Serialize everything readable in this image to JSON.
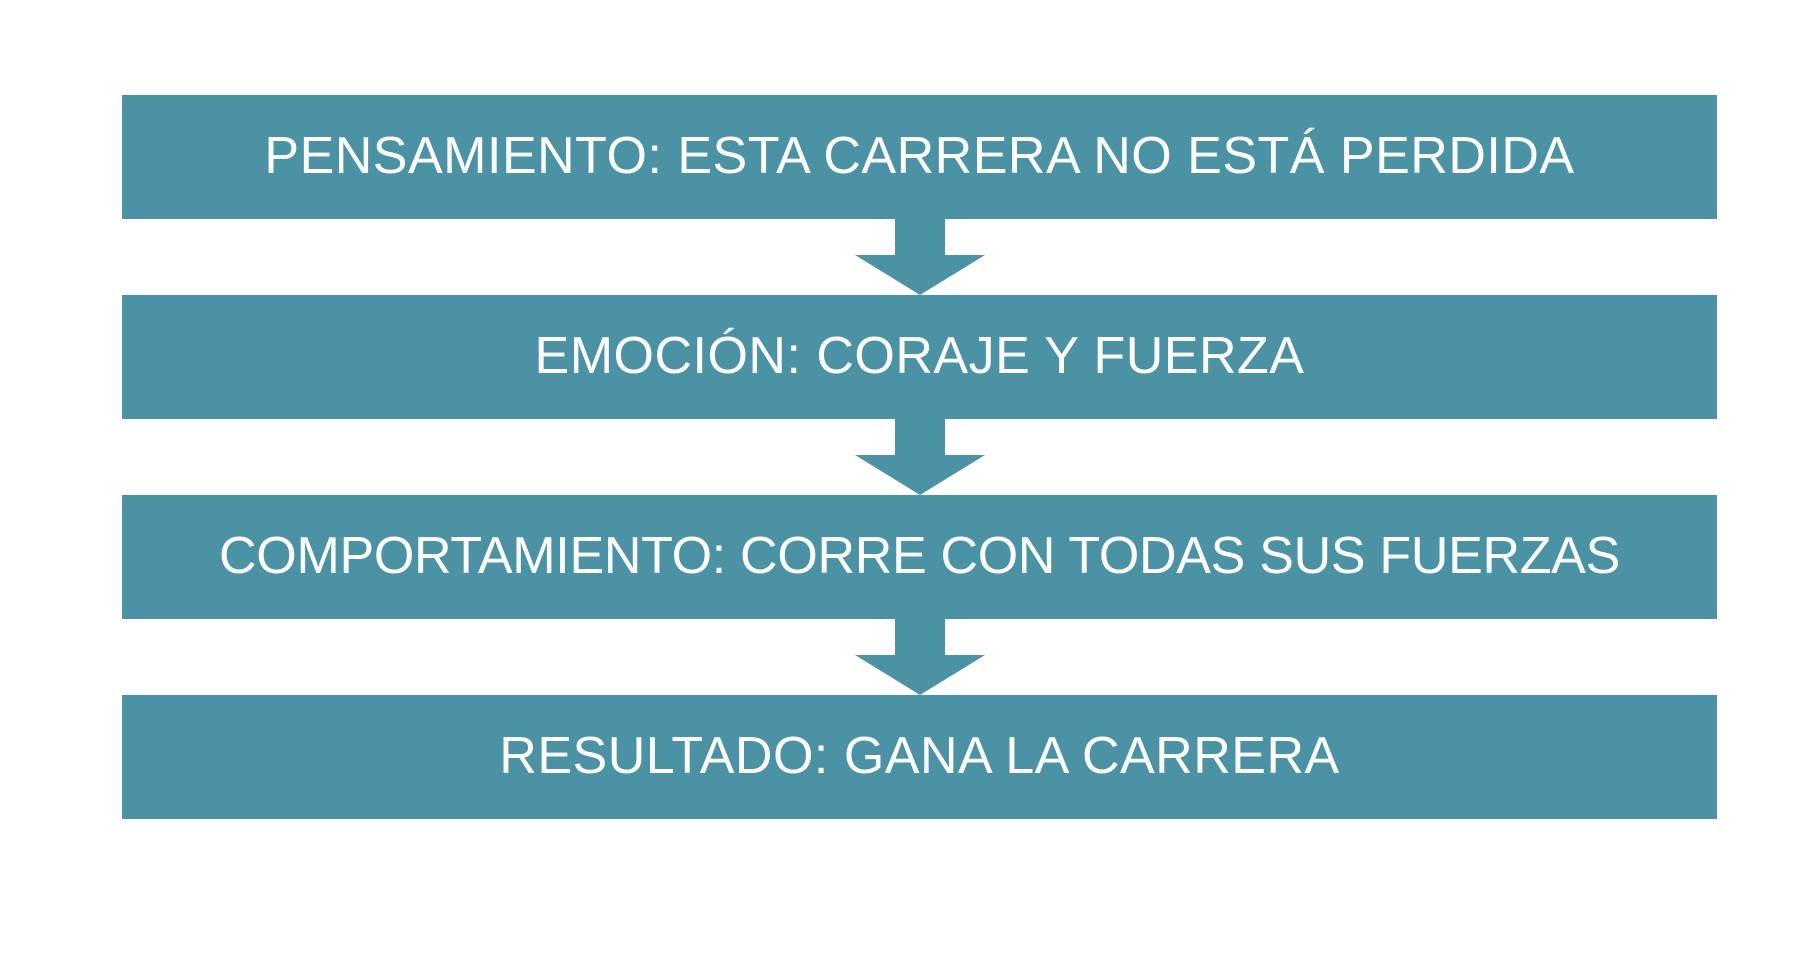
{
  "diagram": {
    "type": "vertical-flowchart",
    "title": "",
    "orientation": "top-to-bottom",
    "background_color": "#ffffff",
    "box_color": "#4a92a4",
    "text_color": "#fdfeff",
    "arrow_color": "#4a92a4",
    "nodes": [
      {
        "id": "pensamiento",
        "label": "PENSAMIENTO: ESTA CARRERA NO ESTÁ PERDIDA",
        "order": 1
      },
      {
        "id": "emocion",
        "label": "EMOCIÓN: CORAJE Y FUERZA",
        "order": 2
      },
      {
        "id": "comportamiento",
        "label": "COMPORTAMIENTO: CORRE CON TODAS SUS FUERZAS",
        "order": 3
      },
      {
        "id": "resultado",
        "label": "RESULTADO: GANA LA CARRERA",
        "order": 4
      }
    ],
    "connectors": [
      {
        "id": "arrow-1",
        "from": "pensamiento",
        "to": "emocion",
        "glyph": "down-arrow"
      },
      {
        "id": "arrow-2",
        "from": "emocion",
        "to": "comportamiento",
        "glyph": "down-arrow"
      },
      {
        "id": "arrow-3",
        "from": "comportamiento",
        "to": "resultado",
        "glyph": "down-arrow"
      }
    ]
  }
}
